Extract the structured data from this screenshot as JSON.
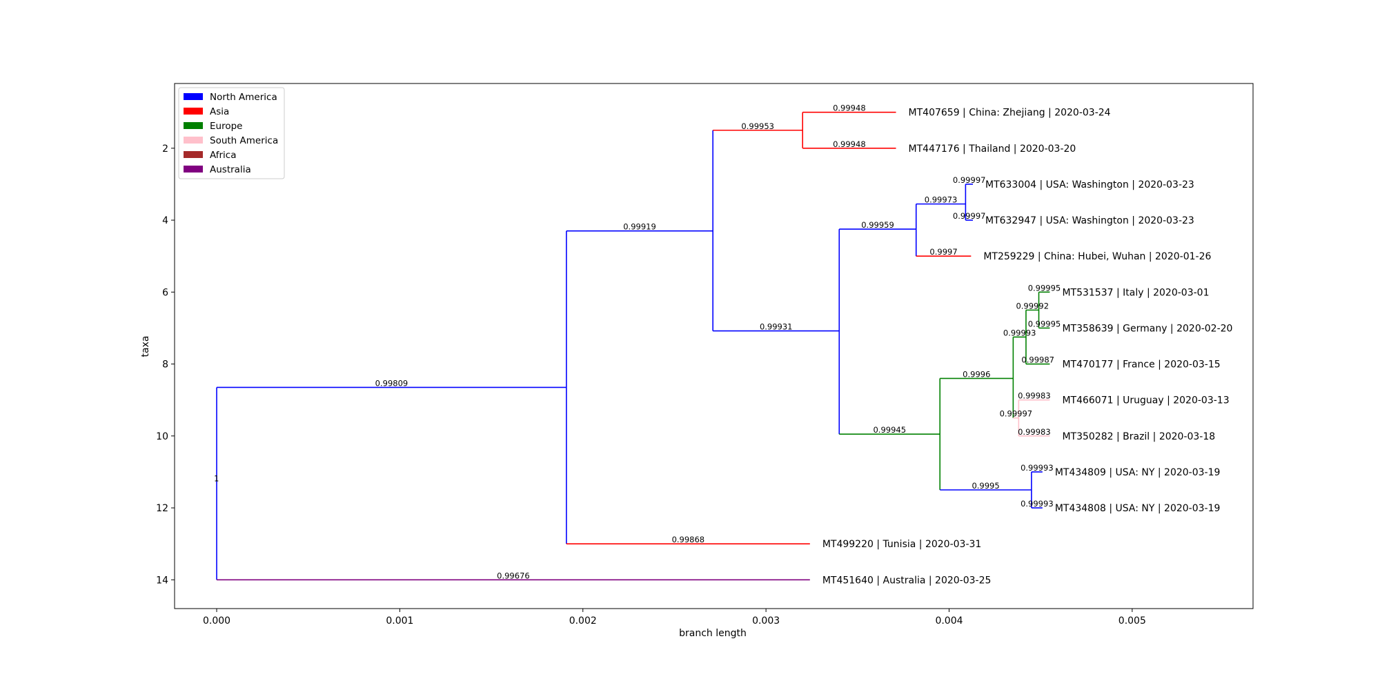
{
  "chart_data": {
    "type": "tree",
    "xlabel": "branch length",
    "ylabel": "taxa",
    "xlim": [
      -0.00023,
      0.00566
    ],
    "ylim": [
      14.8,
      0.2
    ],
    "xticks": [
      "0.000",
      "0.001",
      "0.002",
      "0.003",
      "0.004",
      "0.005"
    ],
    "xtick_values": [
      0,
      0.001,
      0.002,
      0.003,
      0.004,
      0.005
    ],
    "yticks": [
      "2",
      "4",
      "6",
      "8",
      "10",
      "12",
      "14"
    ],
    "ytick_values": [
      2,
      4,
      6,
      8,
      10,
      12,
      14
    ],
    "legend": {
      "placement": "top-left",
      "items": [
        {
          "label": "North America",
          "color": "#0000ff"
        },
        {
          "label": "Asia",
          "color": "#ff0000"
        },
        {
          "label": "Europe",
          "color": "#008000"
        },
        {
          "label": "South America",
          "color": "#ffc0cb"
        },
        {
          "label": "Africa",
          "color": "#a52a2a"
        },
        {
          "label": "Australia",
          "color": "#800080"
        }
      ]
    },
    "leaves": [
      {
        "label": "MT407659 | China: Zhejiang | 2020-03-24",
        "y": 1
      },
      {
        "label": "MT447176 | Thailand | 2020-03-20",
        "y": 2
      },
      {
        "label": "MT633004 | USA: Washington | 2020-03-23",
        "y": 3
      },
      {
        "label": "MT632947 | USA: Washington | 2020-03-23",
        "y": 4
      },
      {
        "label": "MT259229 | China: Hubei, Wuhan | 2020-01-26",
        "y": 5
      },
      {
        "label": "MT531537 | Italy | 2020-03-01",
        "y": 6
      },
      {
        "label": "MT358639 | Germany | 2020-02-20",
        "y": 7
      },
      {
        "label": "MT470177 | France | 2020-03-15",
        "y": 8
      },
      {
        "label": "MT466071 | Uruguay | 2020-03-13",
        "y": 9
      },
      {
        "label": "MT350282 | Brazil | 2020-03-18",
        "y": 10
      },
      {
        "label": "MT434809 | USA: NY | 2020-03-19",
        "y": 11
      },
      {
        "label": "MT434808 | USA: NY | 2020-03-19",
        "y": 12
      },
      {
        "label": "MT499220 | Tunisia | 2020-03-31",
        "y": 13
      },
      {
        "label": "MT451640 | Australia | 2020-03-25",
        "y": 14
      }
    ],
    "clades": [
      {
        "x0": 0,
        "y0": 8.65,
        "y1": 14,
        "color": "#0000ff"
      },
      {
        "x0": 0.00191,
        "y0": 4.3,
        "y1": 13,
        "color": "#0000ff"
      },
      {
        "x0": 0.00271,
        "y0": 1.5,
        "y1": 7.08,
        "color": "#0000ff"
      },
      {
        "x0": 0.0032,
        "y0": 1,
        "y1": 2,
        "color": "#ff0000"
      },
      {
        "x0": 0.0034,
        "y0": 4.25,
        "y1": 9.95,
        "color": "#0000ff"
      },
      {
        "x0": 0.00382,
        "y0": 3.55,
        "y1": 5,
        "color": "#0000ff"
      },
      {
        "x0": 0.00409,
        "y0": 3,
        "y1": 4,
        "color": "#0000ff"
      },
      {
        "x0": 0.00395,
        "y0": 8.4,
        "y1": 11.5,
        "color": "#008000"
      },
      {
        "x0": 0.00435,
        "y0": 7.25,
        "y1": 9.5,
        "color": "#008000"
      },
      {
        "x0": 0.00442,
        "y0": 6.5,
        "y1": 8,
        "color": "#008000"
      },
      {
        "x0": 0.00449,
        "y0": 6,
        "y1": 7,
        "color": "#008000"
      },
      {
        "x0": 0.00438,
        "y0": 9,
        "y1": 10,
        "color": "#ffc0cb"
      },
      {
        "x0": 0.00445,
        "y0": 11,
        "y1": 12,
        "color": "#0000ff"
      }
    ],
    "branches": [
      {
        "x0": -1.5e-06,
        "x1": 0,
        "y": 11.3,
        "confidence": "1",
        "color": "#0000ff"
      },
      {
        "x0": 0,
        "x1": 0.00191,
        "y": 8.65,
        "confidence": "0.99809",
        "color": "#0000ff"
      },
      {
        "x0": 0,
        "x1": 0.00324,
        "y": 14,
        "confidence": "0.99676",
        "color": "#800080"
      },
      {
        "x0": 0.00191,
        "x1": 0.00271,
        "y": 4.3,
        "confidence": "0.99919",
        "color": "#0000ff"
      },
      {
        "x0": 0.00191,
        "x1": 0.00324,
        "y": 13,
        "confidence": "0.99868",
        "color": "#ff0000"
      },
      {
        "x0": 0.00271,
        "x1": 0.0032,
        "y": 1.5,
        "confidence": "0.99953",
        "color": "#ff0000"
      },
      {
        "x0": 0.00271,
        "x1": 0.0034,
        "y": 7.08,
        "confidence": "0.99931",
        "color": "#0000ff"
      },
      {
        "x0": 0.0032,
        "x1": 0.00371,
        "y": 1,
        "confidence": "0.99948",
        "color": "#ff0000"
      },
      {
        "x0": 0.0032,
        "x1": 0.00371,
        "y": 2,
        "confidence": "0.99948",
        "color": "#ff0000"
      },
      {
        "x0": 0.0034,
        "x1": 0.00382,
        "y": 4.25,
        "confidence": "0.99959",
        "color": "#0000ff"
      },
      {
        "x0": 0.0034,
        "x1": 0.00395,
        "y": 9.95,
        "confidence": "0.99945",
        "color": "#008000"
      },
      {
        "x0": 0.00382,
        "x1": 0.00409,
        "y": 3.55,
        "confidence": "0.99973",
        "color": "#0000ff"
      },
      {
        "x0": 0.00382,
        "x1": 0.00412,
        "y": 5,
        "confidence": "0.9997",
        "color": "#ff0000"
      },
      {
        "x0": 0.00409,
        "x1": 0.00413,
        "y": 3,
        "confidence": "0.99997",
        "color": "#0000ff"
      },
      {
        "x0": 0.00409,
        "x1": 0.00413,
        "y": 4,
        "confidence": "0.99997",
        "color": "#0000ff"
      },
      {
        "x0": 0.00395,
        "x1": 0.00435,
        "y": 8.4,
        "confidence": "0.9996",
        "color": "#008000"
      },
      {
        "x0": 0.00395,
        "x1": 0.00445,
        "y": 11.5,
        "confidence": "0.9995",
        "color": "#0000ff"
      },
      {
        "x0": 0.00435,
        "x1": 0.00442,
        "y": 7.25,
        "confidence": "0.99993",
        "color": "#008000"
      },
      {
        "x0": 0.00435,
        "x1": 0.00438,
        "y": 9.5,
        "confidence": "0.99997",
        "color": "#ffc0cb"
      },
      {
        "x0": 0.00442,
        "x1": 0.00449,
        "y": 6.5,
        "confidence": "0.99992",
        "color": "#008000"
      },
      {
        "x0": 0.00442,
        "x1": 0.00455,
        "y": 8,
        "confidence": "0.99987",
        "color": "#008000"
      },
      {
        "x0": 0.00449,
        "x1": 0.00455,
        "y": 6,
        "confidence": "0.99995",
        "color": "#008000"
      },
      {
        "x0": 0.00449,
        "x1": 0.00455,
        "y": 7,
        "confidence": "0.99995",
        "color": "#008000"
      },
      {
        "x0": 0.00438,
        "x1": 0.00455,
        "y": 9,
        "confidence": "0.99983",
        "color": "#ffc0cb"
      },
      {
        "x0": 0.00438,
        "x1": 0.00455,
        "y": 10,
        "confidence": "0.99983",
        "color": "#ffc0cb"
      },
      {
        "x0": 0.00445,
        "x1": 0.00451,
        "y": 11,
        "confidence": "0.99993",
        "color": "#0000ff"
      },
      {
        "x0": 0.00445,
        "x1": 0.00451,
        "y": 12,
        "confidence": "0.99993",
        "color": "#0000ff"
      }
    ]
  }
}
